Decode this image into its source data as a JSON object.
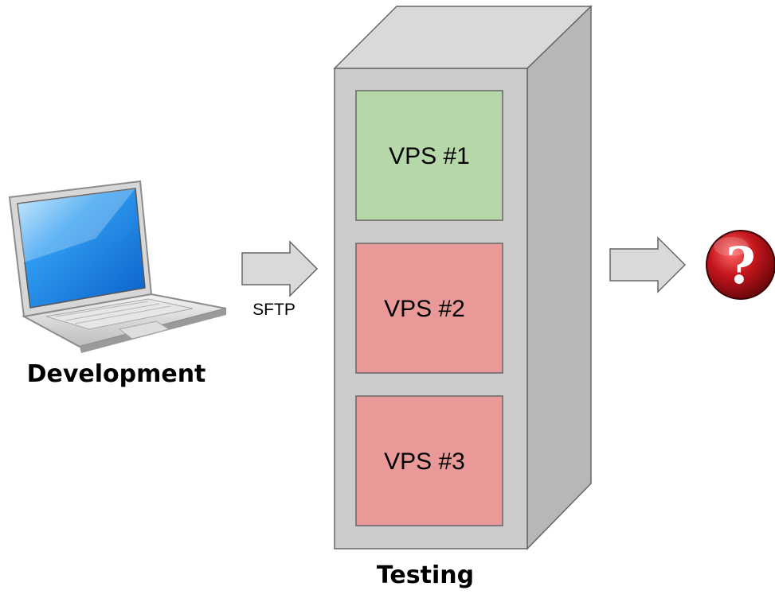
{
  "diagram": {
    "development": {
      "label": "Development"
    },
    "transfer": {
      "label": "SFTP"
    },
    "testing": {
      "label": "Testing",
      "vps": [
        {
          "label": "VPS #1",
          "color": "#b6d7a8"
        },
        {
          "label": "VPS #2",
          "color": "#ea9999"
        },
        {
          "label": "VPS #3",
          "color": "#ea9999"
        }
      ]
    },
    "unknown": {
      "symbol": "?",
      "icon": "question-icon",
      "color": "#b31217"
    },
    "colors": {
      "server_front": "#cccccc",
      "server_top": "#d9d9d9",
      "server_side": "#b7b7b7",
      "arrow_fill": "#d9d9d9",
      "outline": "#666666"
    }
  }
}
